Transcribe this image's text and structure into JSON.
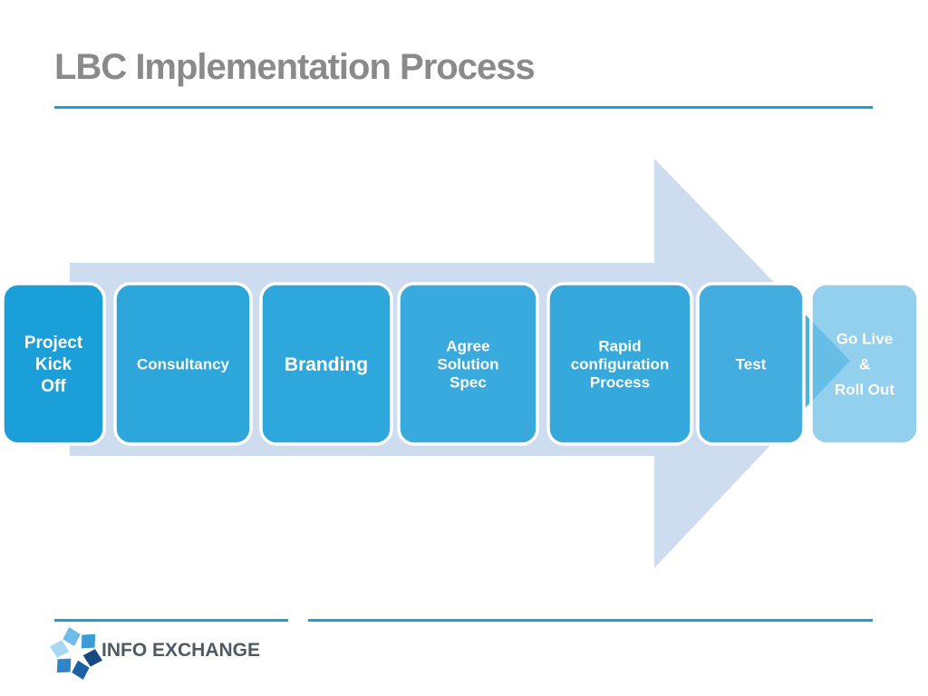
{
  "slide": {
    "title": "LBC Implementation Process",
    "brand": "INFO EXCHANGE"
  },
  "process": {
    "type": "flow-arrow",
    "direction": "right",
    "steps": [
      {
        "lines": [
          "Project",
          "Kick",
          "Off"
        ],
        "fill": "#1A9FD8"
      },
      {
        "lines": [
          "Consultancy"
        ],
        "fill": "#2CA6DB"
      },
      {
        "lines": [
          "Branding"
        ],
        "fill": "#2EA7DC"
      },
      {
        "lines": [
          "Agree",
          "Solution",
          "Spec"
        ],
        "fill": "#39AADD"
      },
      {
        "lines": [
          "Rapid",
          "configuration",
          "Process"
        ],
        "fill": "#35A9DC"
      },
      {
        "lines": [
          "Test"
        ],
        "fill": "#44ADDF"
      },
      {
        "lines": [
          "Go Live",
          "&",
          "Roll Out"
        ],
        "fill": "#6EC0E8",
        "translucent": true
      }
    ]
  },
  "colors": {
    "title_text": "#8A8A8A",
    "rule": "#1B9FD6",
    "arrow_body": "#CDDDEF",
    "arrow_tip_shade": "#4FB2DF",
    "step_text": "#FFFFFF",
    "brand_text": "#4E5A64",
    "logo_petals": [
      "#6FBCE8",
      "#3D9BD8",
      "#16497F",
      "#1B61A4",
      "#2F87C8",
      "#A8D8F2"
    ],
    "logo_star": "#FFFFFF"
  }
}
